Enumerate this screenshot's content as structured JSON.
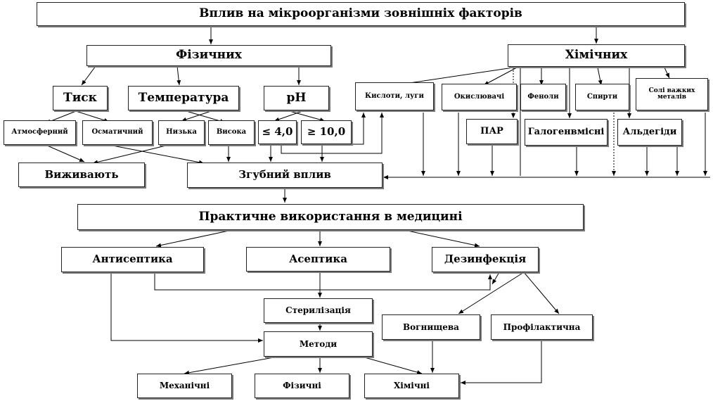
{
  "title": "Вплив на мікроорганізми зовнішніх факторів",
  "nodes": {
    "physical": "Фізичних",
    "chemical": "Хімічних",
    "pressure": "Тиск",
    "temperature": "Температура",
    "ph": "pH",
    "acids": "Кислоти, луги",
    "oxidizers": "Окислювачі",
    "phenols": "Феноли",
    "alcohols": "Спирти",
    "heavy_metals": "Солі важких металів",
    "atmospheric": "Атмосферний",
    "osmotic": "Осматичний",
    "low": "Низька",
    "high": "Висока",
    "ph_low": "≤ 4,0",
    "ph_high": "≥ 10,0",
    "surfactants": "ПАР",
    "halogens": "Галогенвмісні",
    "aldehydes": "Альдегіди",
    "survive": "Виживають",
    "lethal": "Згубний вплив",
    "practical": "Практичне використання в медицині",
    "antiseptic": "Антисептика",
    "aseptic": "Асептика",
    "disinfection": "Дезинфекція",
    "sterilization": "Стерилізація",
    "focal": "Вогнищева",
    "preventive": "Профілактична",
    "methods": "Методи",
    "mechanical": "Механічні",
    "physical_methods": "Фізичні",
    "chemical_methods": "Хімічні"
  }
}
